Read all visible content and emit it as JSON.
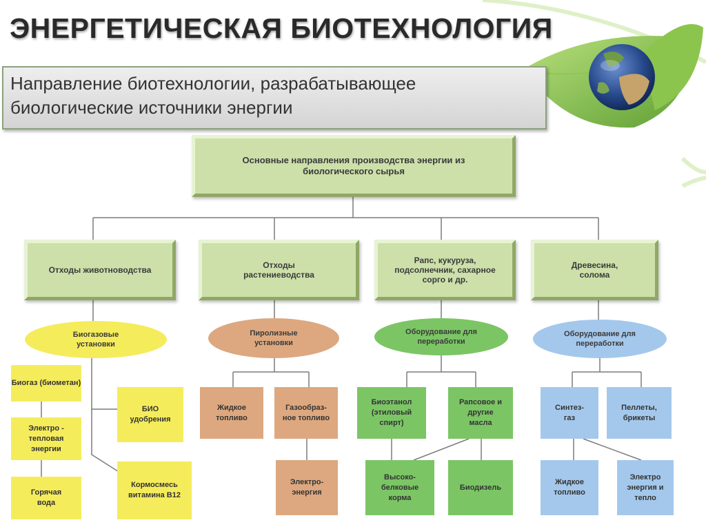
{
  "header": {
    "title": "ЭНЕРГЕТИЧЕСКАЯ БИОТЕХНОЛОГИЯ",
    "subtitle_line1": "Направление биотехнологии, разрабатывающее",
    "subtitle_line2": "биологические источники энергии"
  },
  "diagram": {
    "root": "Основные направления производства энергии из биологического сырья",
    "sources": [
      "Отходы животноводства",
      "Отходы растениеводства",
      "Рапс, кукуруза, подсолнечник, сахарное сорго и др.",
      "Древесина, солома"
    ],
    "methods": [
      "Биогазовые установки",
      "Пиролизные установки",
      "Оборудование для переработки",
      "Оборудование для переработки"
    ],
    "branch1": {
      "biogas": "Биогаз (биометан)",
      "electro_heat": "Электро - тепловая энергии",
      "hot_water": "Горячая вода",
      "bio_fertilizer": "БИО удобрения",
      "feed_mix": "Кормосмесь витамина В12"
    },
    "branch2": {
      "liquid_fuel": "Жидкое топливо",
      "gaseous_fuel": "Газообраз- ное топливо",
      "electro_energy": "Электро- энергия"
    },
    "branch3": {
      "bioethanol": "Биоэтанол (этиловый спирт)",
      "rapeseed_oil": "Рапсовое и другие масла",
      "protein_feed": "Высоко- белковые корма",
      "biodiesel": "Биодизель"
    },
    "branch4": {
      "syngas": "Синтез- газ",
      "pellets": "Пеллеты, брикеты",
      "liquid_fuel": "Жидкое топливо",
      "electro_heat": "Электро энергия и тепло"
    }
  },
  "colors": {
    "header_box": "#cde0aa",
    "yellow": "#f5ec5c",
    "tan": "#dda87f",
    "green": "#7bc565",
    "blue": "#a4c8ec",
    "connector": "#7a7a7a"
  },
  "icons": [
    "globe-on-leaf-icon"
  ]
}
